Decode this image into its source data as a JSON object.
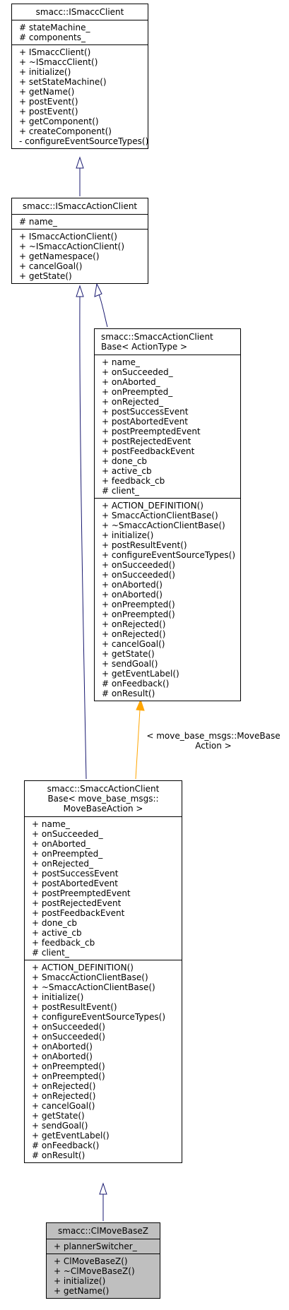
{
  "classes": {
    "ismacc_client": {
      "title": "smacc::ISmaccClient",
      "attributes": [
        "# stateMachine_",
        "# components_"
      ],
      "methods": [
        "+ ISmaccClient()",
        "+ ~ISmaccClient()",
        "+ initialize()",
        "+ setStateMachine()",
        "+ getName()",
        "+ postEvent()",
        "+ postEvent()",
        "+ getComponent()",
        "+ createComponent()",
        "- configureEventSourceTypes()"
      ]
    },
    "ismacc_action_client": {
      "title": "smacc::ISmaccActionClient",
      "attributes": [
        "# name_"
      ],
      "methods": [
        "+ ISmaccActionClient()",
        "+ ~ISmaccActionClient()",
        "+ getNamespace()",
        "+ cancelGoal()",
        "+ getState()"
      ]
    },
    "smacc_action_client_base_template": {
      "title": "smacc::SmaccActionClient\nBase< ActionType >",
      "attributes": [
        "+ name_",
        "+ onSucceeded_",
        "+ onAborted_",
        "+ onPreempted_",
        "+ onRejected_",
        "+ postSuccessEvent",
        "+ postAbortedEvent",
        "+ postPreemptedEvent",
        "+ postRejectedEvent",
        "+ postFeedbackEvent",
        "+ done_cb",
        "+ active_cb",
        "+ feedback_cb",
        "# client_"
      ],
      "methods": [
        "+ ACTION_DEFINITION()",
        "+ SmaccActionClientBase()",
        "+ ~SmaccActionClientBase()",
        "+ initialize()",
        "+ postResultEvent()",
        "+ configureEventSourceTypes()",
        "+ onSucceeded()",
        "+ onSucceeded()",
        "+ onAborted()",
        "+ onAborted()",
        "+ onPreempted()",
        "+ onPreempted()",
        "+ onRejected()",
        "+ onRejected()",
        "+ cancelGoal()",
        "+ getState()",
        "+ sendGoal()",
        "+ getEventLabel()",
        "# onFeedback()",
        "# onResult()"
      ]
    },
    "smacc_action_client_base_movebase": {
      "title": "smacc::SmaccActionClient\nBase< move_base_msgs::\nMoveBaseAction >",
      "attributes": [
        "+ name_",
        "+ onSucceeded_",
        "+ onAborted_",
        "+ onPreempted_",
        "+ onRejected_",
        "+ postSuccessEvent",
        "+ postAbortedEvent",
        "+ postPreemptedEvent",
        "+ postRejectedEvent",
        "+ postFeedbackEvent",
        "+ done_cb",
        "+ active_cb",
        "+ feedback_cb",
        "# client_"
      ],
      "methods": [
        "+ ACTION_DEFINITION()",
        "+ SmaccActionClientBase()",
        "+ ~SmaccActionClientBase()",
        "+ initialize()",
        "+ postResultEvent()",
        "+ configureEventSourceTypes()",
        "+ onSucceeded()",
        "+ onSucceeded()",
        "+ onAborted()",
        "+ onAborted()",
        "+ onPreempted()",
        "+ onPreempted()",
        "+ onRejected()",
        "+ onRejected()",
        "+ cancelGoal()",
        "+ getState()",
        "+ sendGoal()",
        "+ getEventLabel()",
        "# onFeedback()",
        "# onResult()"
      ]
    },
    "cl_move_base_z": {
      "title": "smacc::ClMoveBaseZ",
      "attributes": [
        "+ plannerSwitcher_"
      ],
      "methods": [
        "+ ClMoveBaseZ()",
        "+ ~ClMoveBaseZ()",
        "+ initialize()",
        "+ getName()"
      ]
    }
  },
  "template_binding_label": "< move_base_msgs::MoveBase\nAction >",
  "colors": {
    "inheritance": "#191970",
    "template": "#ffa500",
    "focus_fill": "#bfbfbf"
  }
}
